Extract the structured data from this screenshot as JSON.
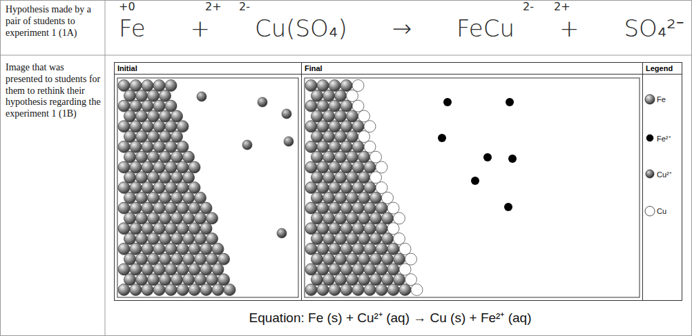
{
  "diagram": {
    "nodes": [
      {
        "text": [
          "Initial"
        ]
      },
      {
        "text": [
          "Final"
        ]
      },
      {
        "text": [
          "Legend"
        ]
      }
    ],
    "labels": [
      "Hypothesis made by a pair of students to experiment 1 (1A)",
      "+0",
      "2+",
      "2-",
      "2-",
      "2+",
      "Fe + Cu(SO₄) → FeCu + SO₄²⁻",
      "Image that was presented to students for them to rethink their hypothesis regarding the experiment 1 (1B)",
      "Equation: Fe (s) + Cu²⁺ (aq) → Cu (s) + Fe²⁺ (aq)"
    ],
    "legend": [
      {
        "text": "Fe"
      },
      {
        "text": "Fe²⁺",
        "color": "#000000"
      },
      {
        "text": "Cu²⁺"
      },
      {
        "text": "Cu",
        "color": "#ffffff"
      }
    ]
  }
}
